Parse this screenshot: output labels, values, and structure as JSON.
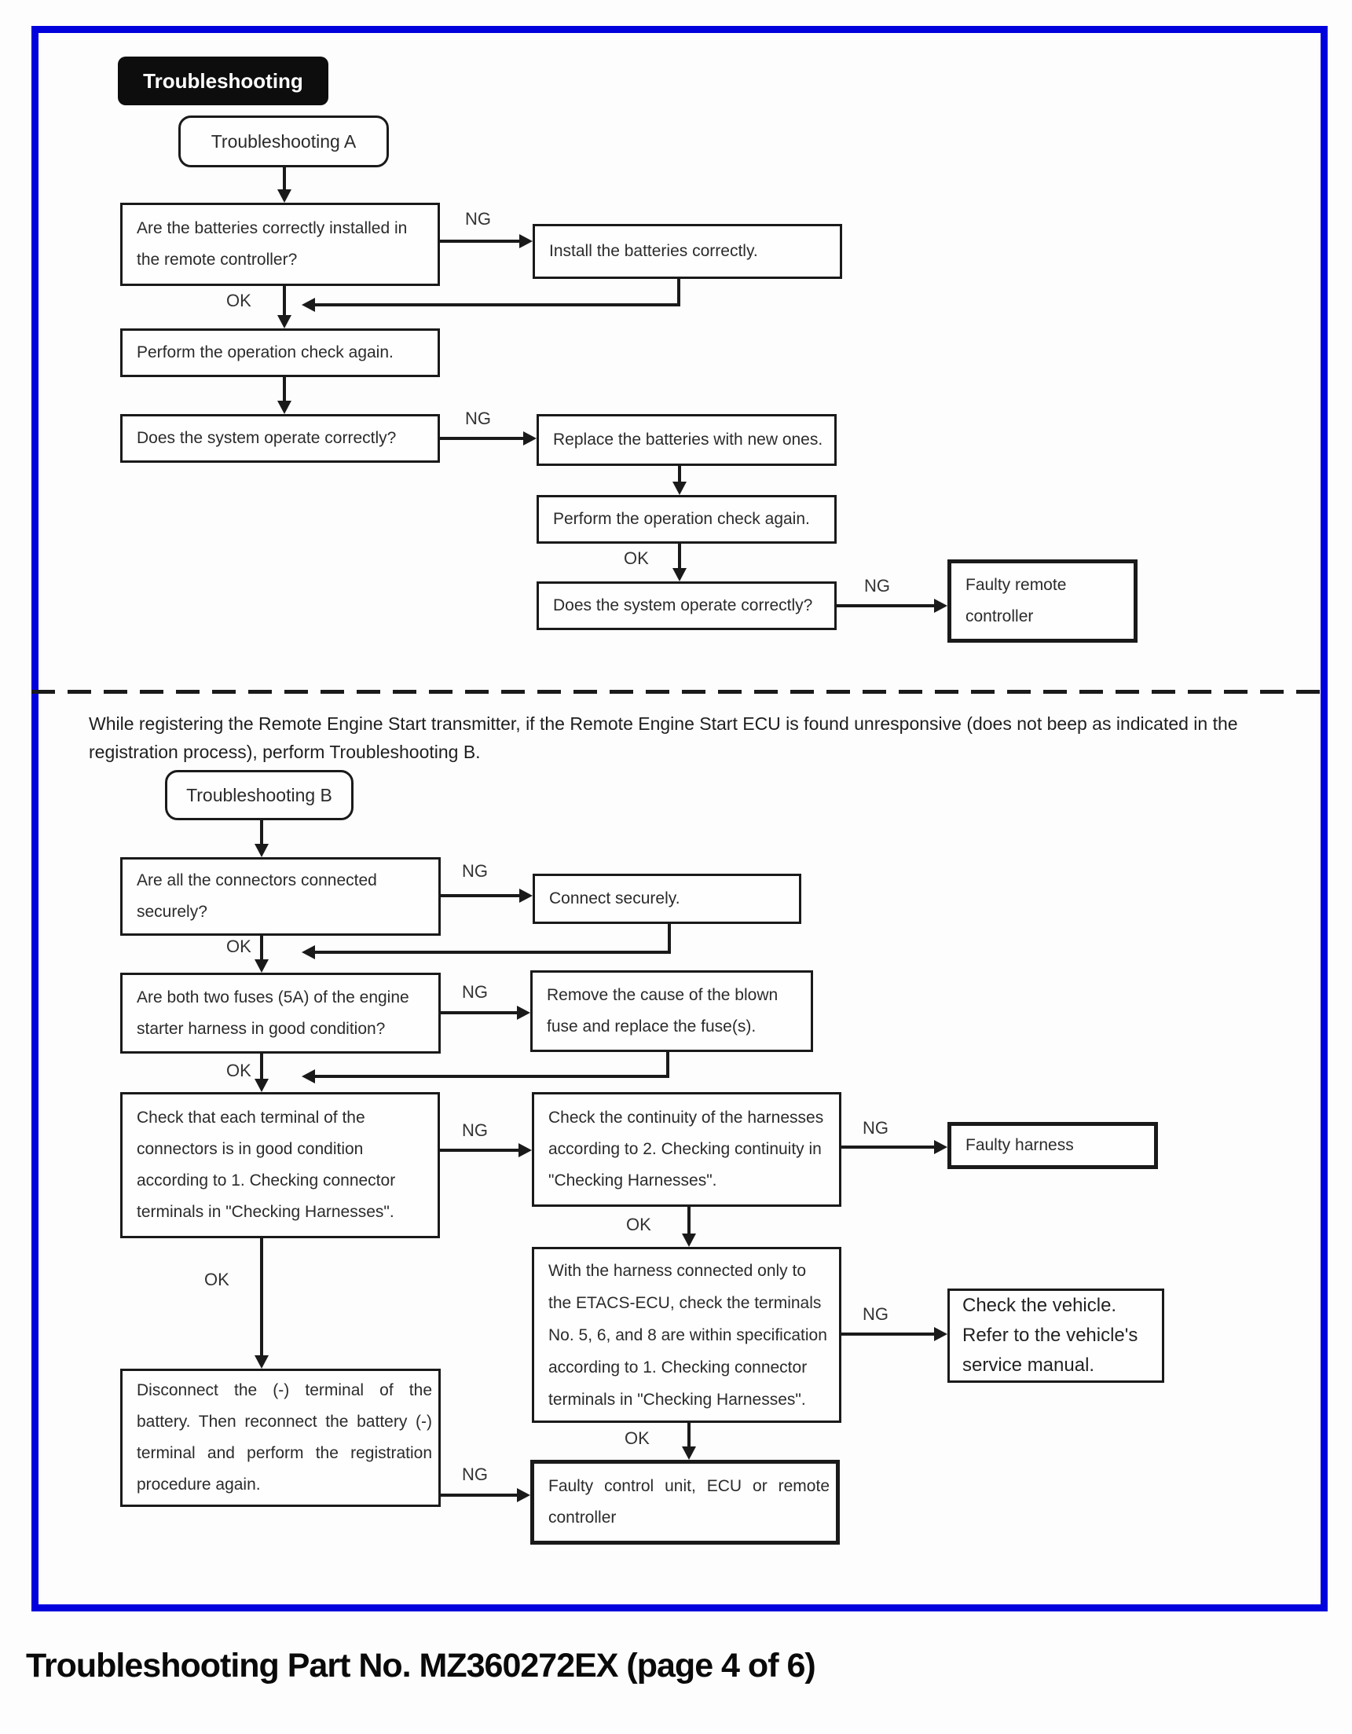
{
  "colors": {
    "frame_blue": "#0101dd",
    "line_black": "#1a1a1a"
  },
  "badge": "Troubleshooting",
  "labels": {
    "ng": "NG",
    "ok": "OK"
  },
  "flow_a": {
    "start": "Troubleshooting A",
    "q_batteries": "Are the batteries correctly installed in the remote controller?",
    "install": "Install the batteries correctly.",
    "recheck1": "Perform the operation check again.",
    "q_operate1": "Does the system operate correctly?",
    "replace": "Replace the batteries with new ones.",
    "recheck2": "Perform the operation check again.",
    "q_operate2": "Does the system operate correctly?",
    "faulty_remote": "Faulty remote controller"
  },
  "note": "While registering the Remote Engine Start transmitter, if the Remote Engine Start ECU is found unresponsive (does not beep as indicated in the registration process), perform Troubleshooting B.",
  "flow_b": {
    "start": "Troubleshooting B",
    "q_connectors": "Are all the connectors connected securely?",
    "connect": "Connect securely.",
    "q_fuses": "Are both two fuses (5A) of the engine starter harness in good condition?",
    "remove_fuse": "Remove the cause of the blown fuse and replace the fuse(s).",
    "q_terminals": "Check that each terminal of the connectors is in good condition according to 1. Checking connector terminals in \"Checking Harnesses\".",
    "continuity": "Check the continuity of the harnesses according to 2. Checking continuity in \"Checking Harnesses\".",
    "faulty_harness": "Faulty harness",
    "etacs": "With the harness connected only to the ETACS-ECU, check the terminals No. 5, 6, and 8 are within specification according to 1. Checking connector terminals in \"Checking Harnesses\".",
    "check_vehicle": "Check the vehicle. Refer to the vehicle's service manual.",
    "disconnect": "Disconnect the (-) terminal of the battery. Then reconnect the battery (-) terminal and perform the registration procedure again.",
    "faulty_unit": "Faulty control unit, ECU or remote controller"
  },
  "caption": "Troubleshooting Part No. MZ360272EX (page 4 of 6)"
}
